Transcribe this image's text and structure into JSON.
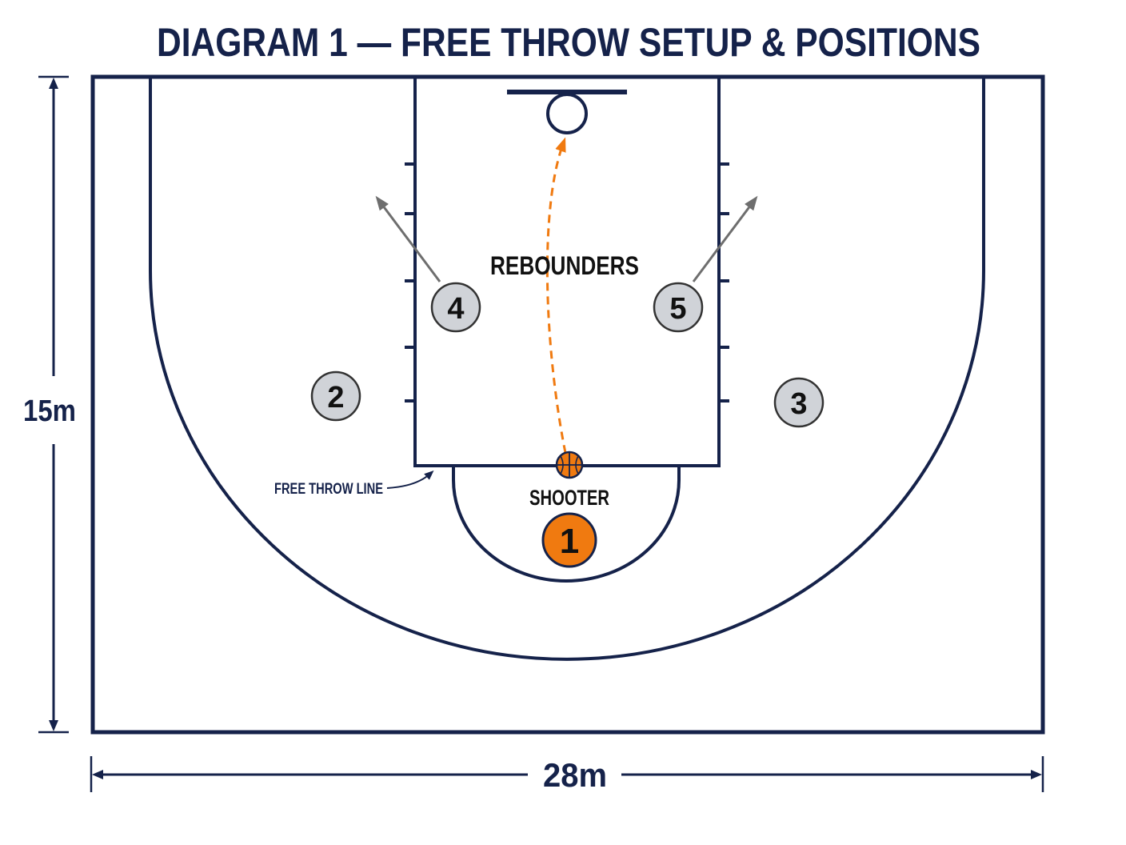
{
  "title": "DIAGRAM 1 — FREE THROW SETUP & POSITIONS",
  "dimensions": {
    "width": "28m",
    "height": "15m"
  },
  "labels": {
    "rebounders": "REBOUNDERS",
    "shooter": "SHOOTER",
    "free_throw_line": "FREE THROW LINE"
  },
  "players": [
    {
      "id": "1",
      "role": "shooter"
    },
    {
      "id": "2",
      "role": "perimeter"
    },
    {
      "id": "3",
      "role": "perimeter"
    },
    {
      "id": "4",
      "role": "rebounder"
    },
    {
      "id": "5",
      "role": "rebounder"
    }
  ],
  "colors": {
    "court_lines": "#15224a",
    "shooter_fill": "#f07a10",
    "player_fill": "#d0d3d8",
    "shot_path": "#f07a10",
    "move_arrow": "#6e6e6e"
  },
  "icons": {
    "ball": "basketball-icon"
  }
}
